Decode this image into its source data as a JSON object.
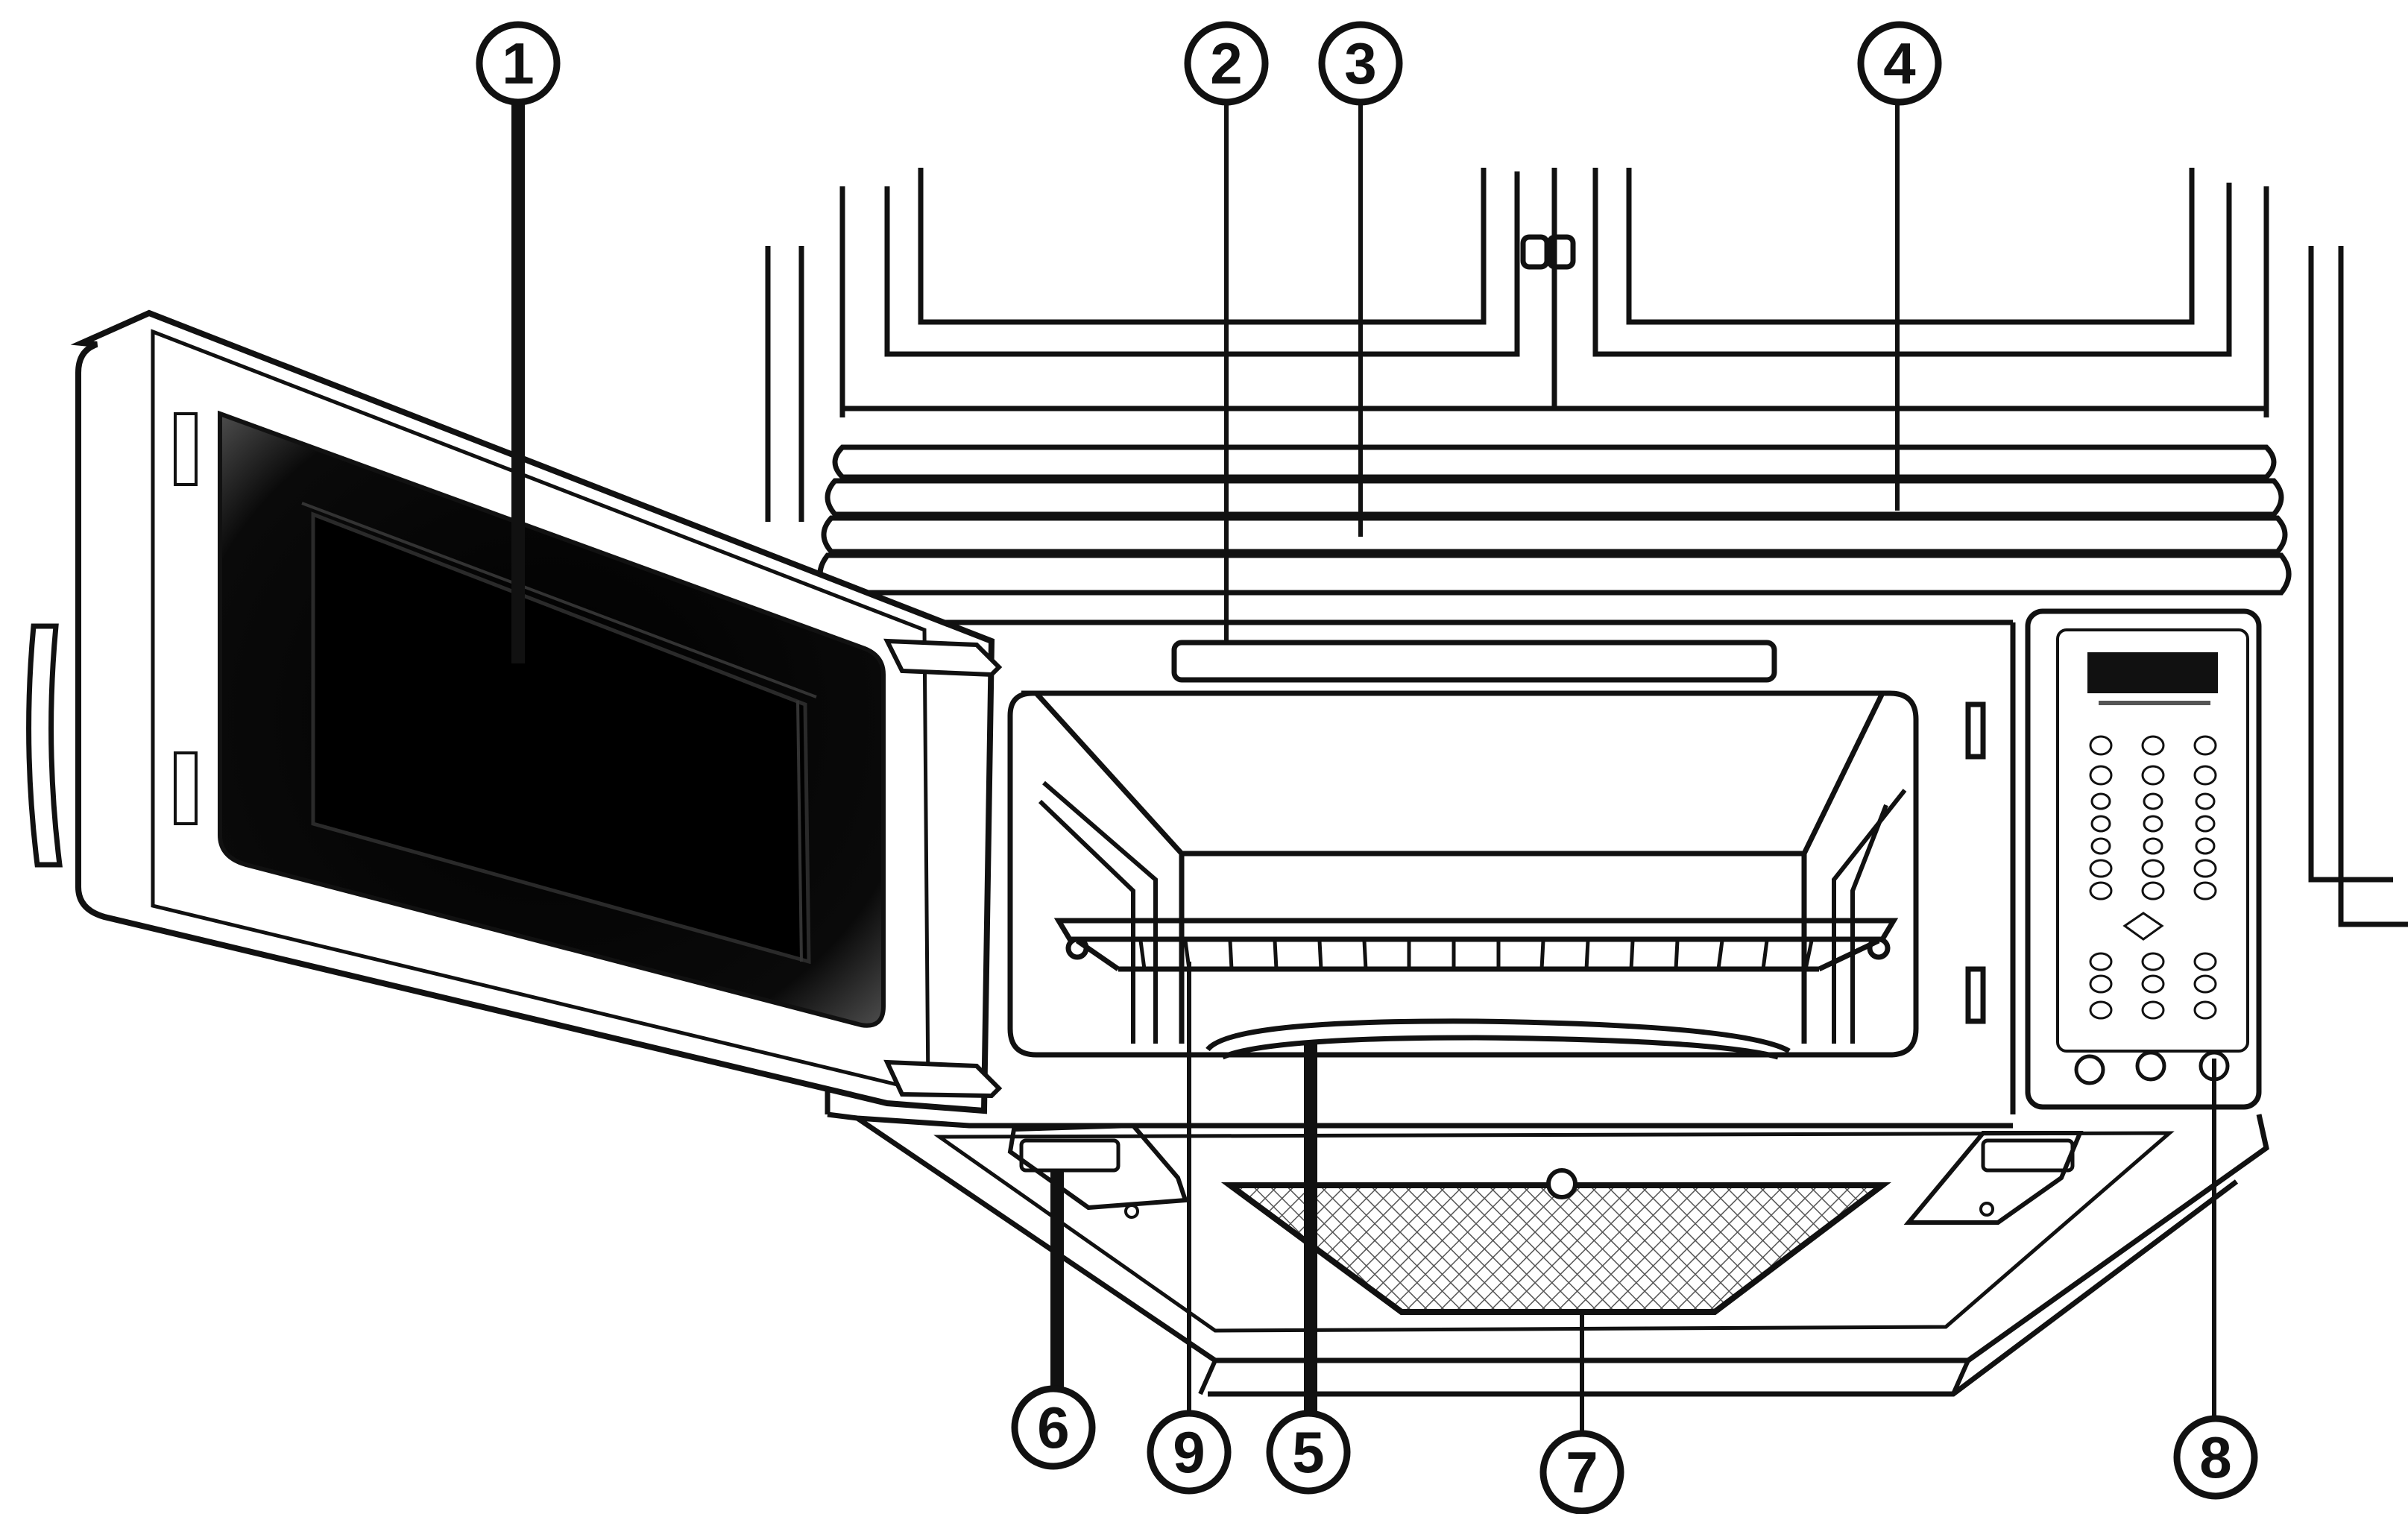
{
  "diagram": {
    "description_visible_text": "none",
    "colors": {
      "line": "#111111",
      "door_glass": "#0c0c0c",
      "panel": "#ffffff",
      "filter_mesh": "#7a7a7a"
    },
    "callouts": [
      {
        "id": "1",
        "label": "1"
      },
      {
        "id": "2",
        "label": "2"
      },
      {
        "id": "3",
        "label": "3"
      },
      {
        "id": "4",
        "label": "4"
      },
      {
        "id": "5",
        "label": "5"
      },
      {
        "id": "6",
        "label": "6"
      },
      {
        "id": "7",
        "label": "7"
      },
      {
        "id": "8",
        "label": "8"
      },
      {
        "id": "9",
        "label": "9"
      }
    ]
  }
}
